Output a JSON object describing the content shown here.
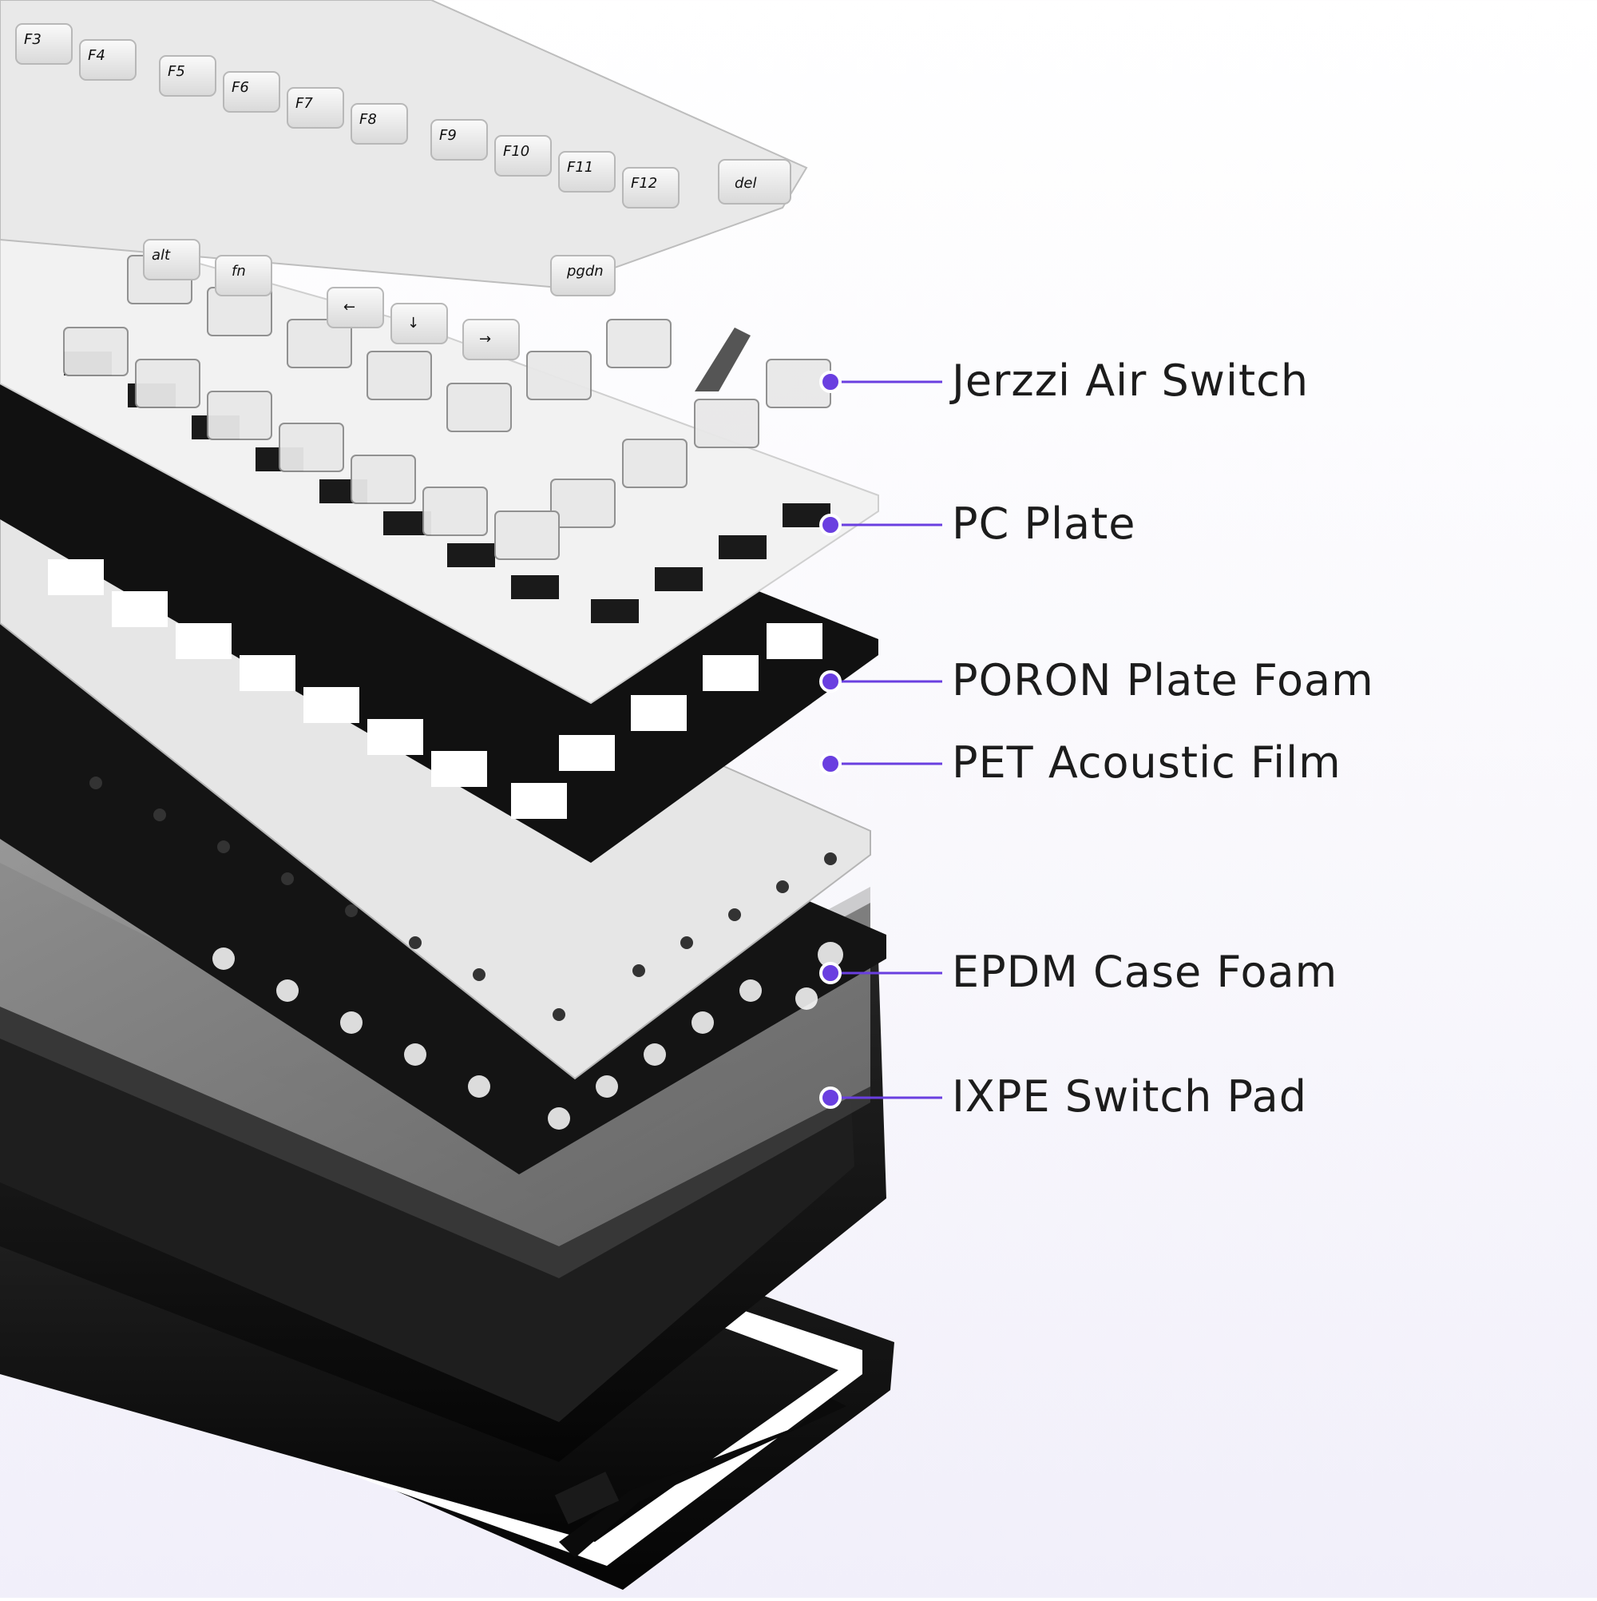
{
  "layers": [
    {
      "id": "switch",
      "label": "Jerzzi Air Switch"
    },
    {
      "id": "pc-plate",
      "label": "PC Plate"
    },
    {
      "id": "poron",
      "label": "PORON Plate Foam"
    },
    {
      "id": "pet",
      "label": "PET Acoustic Film"
    },
    {
      "id": "epdm",
      "label": "EPDM Case Foam"
    },
    {
      "id": "ixpe",
      "label": "IXPE Switch Pad"
    }
  ],
  "keycaps": {
    "legends": [
      "F3",
      "F4",
      "F5",
      "F6",
      "F7",
      "F8",
      "F9",
      "F10",
      "F11",
      "F12",
      "del",
      "alt",
      "fn",
      "pgdn",
      "←",
      "↓",
      "→"
    ]
  },
  "colors": {
    "accent": "#6a3fe0",
    "label_text": "#1c1c1c",
    "keycap": "#eeeeee",
    "dark_layer": "#141414"
  }
}
